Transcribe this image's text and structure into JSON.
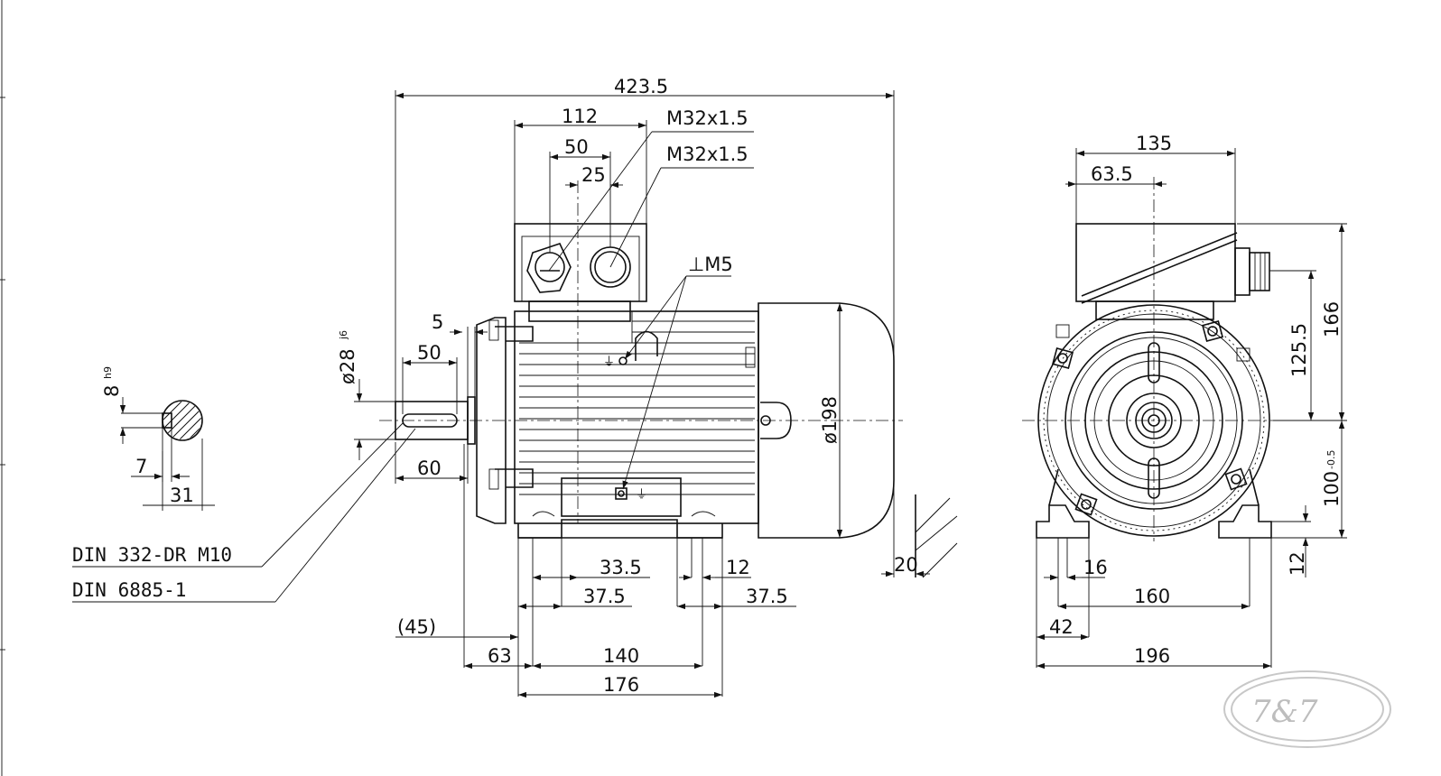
{
  "dimensions": {
    "overall_length": "423.5",
    "terminal_box_width": "112",
    "gland_spacing": "50",
    "gland_offset": "25",
    "cable_gland_1": "M32x1.5",
    "cable_gland_2": "M32x1.5",
    "earth_screw": "M5",
    "shaft_shoulder": "5",
    "shaft_key_length": "50",
    "shaft_diameter": "ø28",
    "shaft_diameter_tol": "j6",
    "shaft_length": "60",
    "fan_cover_diameter": "ø198",
    "feet_clearance": "20",
    "foot_hole_offset": "33.5",
    "foot_slot": "12",
    "foot_left_span": "37.5",
    "foot_right_span": "37.5",
    "shaft_extra": "(45)",
    "shaft_to_foot": "63",
    "foot_spacing": "140",
    "foot_overall": "176",
    "key_width": "8",
    "key_width_tol": "h9",
    "key_depth": "7",
    "key_height": "31",
    "centre_hole_std": "DIN 332-DR M10",
    "key_std": "DIN 6885-1",
    "end_box_width": "135",
    "end_box_offset": "63.5",
    "end_gland_height": "125.5",
    "end_box_height": "166",
    "shaft_height": "100",
    "shaft_height_tol": "-0.5",
    "foot_thickness": "12",
    "foot_hole": "16",
    "foot_hole_spacing": "160",
    "foot_width": "42",
    "foot_overall_width": "196"
  }
}
